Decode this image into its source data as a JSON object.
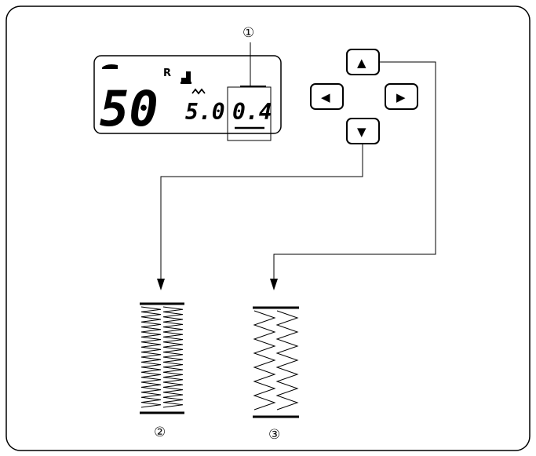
{
  "callouts": {
    "one": "①",
    "two": "②",
    "three": "③"
  },
  "lcd": {
    "pattern_number": "50",
    "mirror_indicator": "R",
    "stitch_width": "5.0",
    "stitch_length": "0.4"
  },
  "keys": {
    "up_icon": "▲",
    "down_icon": "▼",
    "left_icon": "◀",
    "right_icon": "▶"
  },
  "icons": {
    "presser_foot": "presser-foot-icon",
    "zigzag_width": "zigzag-width-icon",
    "stitch_length": "stitch-length-icon"
  }
}
